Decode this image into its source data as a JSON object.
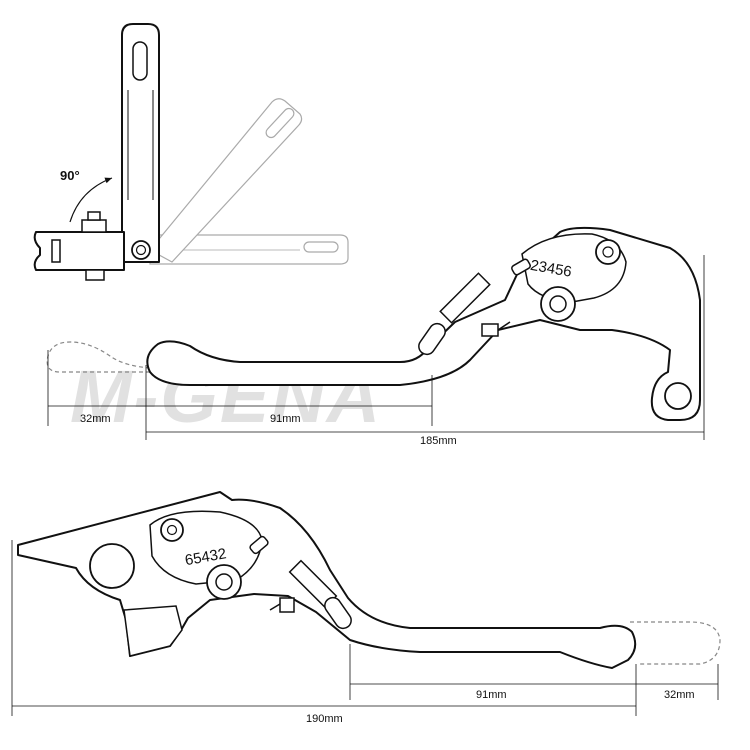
{
  "watermark": "M-GENA",
  "rotation": {
    "angle_label": "90°"
  },
  "upper_lever": {
    "dial_numbers": "23456",
    "dims": {
      "short_reach": "32mm",
      "grip_length": "91mm",
      "overall_length": "185mm"
    }
  },
  "lower_lever": {
    "dial_numbers": "65432",
    "dims": {
      "short_reach": "32mm",
      "grip_length": "91mm",
      "overall_length": "190mm"
    }
  }
}
